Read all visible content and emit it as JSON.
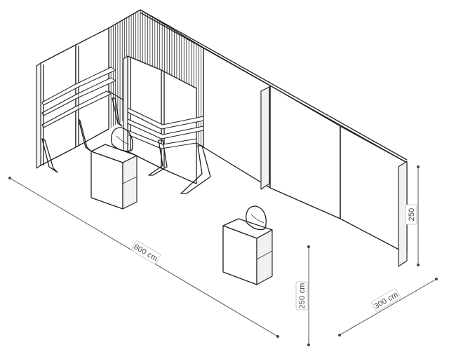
{
  "dimensions": {
    "length": "800 cm",
    "height_front": "250 cm",
    "depth": "300 cm",
    "height_side": "250"
  },
  "colors": {
    "line": "#1f1f1f",
    "dimension_line": "#555555",
    "panel_side": "#f1f1f1",
    "background": "#ffffff"
  }
}
